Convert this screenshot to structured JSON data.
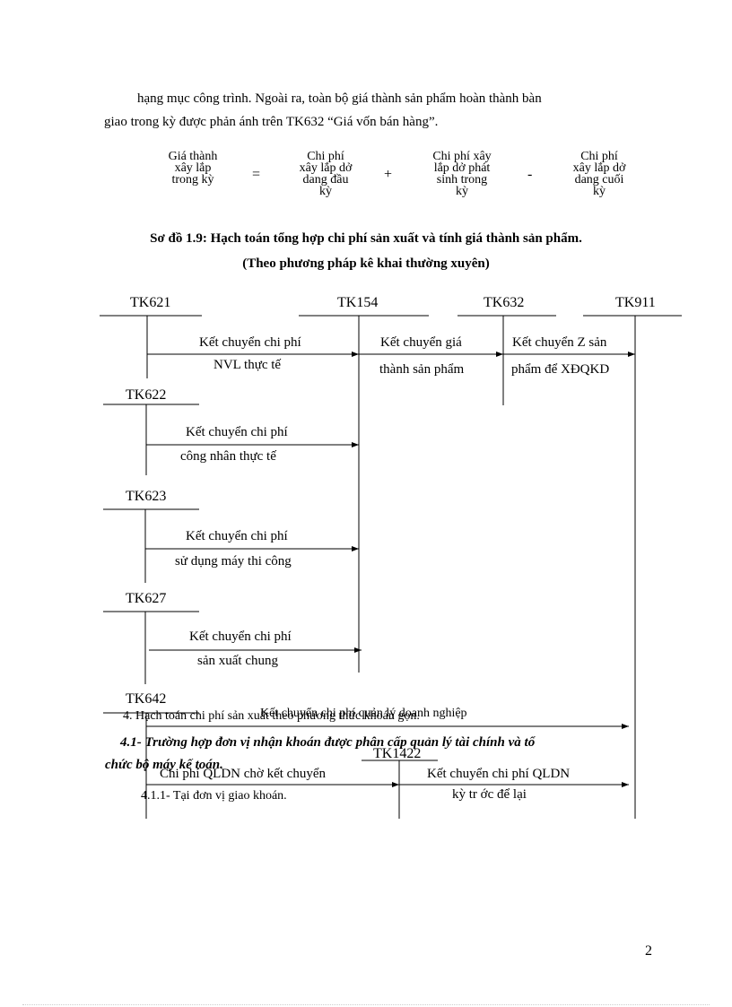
{
  "intro": {
    "line1": "hạng mục công trình. Ngoài ra, toàn bộ giá thành sản phẩm hoàn thành bàn",
    "line2": "giao trong kỳ được phản ánh trên TK632 “Giá vốn bán hàng”."
  },
  "formula": {
    "term1": [
      "Giá thành",
      "xây lắp",
      "trong kỳ"
    ],
    "op1": "=",
    "term2": [
      "Chi phí",
      "xây lắp dở",
      "dang đầu",
      "kỳ"
    ],
    "op2": "+",
    "term3": [
      "Chi phí xây",
      "lắp dở phát",
      "sinh trong",
      "kỳ"
    ],
    "op3": "-",
    "term4": [
      "Chi phí",
      "xây lắp dở",
      "dang cuối",
      "kỳ"
    ]
  },
  "diagram": {
    "title": "Sơ đồ 1.9: Hạch toán tổng hợp chi phí sản xuất và tính giá thành sản phẩm.",
    "subtitle": "(Theo phương pháp kê khai thường xuyên)",
    "accounts": {
      "tk621": "TK621",
      "tk154": "TK154",
      "tk632": "TK632",
      "tk911": "TK911",
      "tk622": "TK622",
      "tk623": "TK623",
      "tk627": "TK627",
      "tk642": "TK642",
      "tk1422": "TK1422"
    },
    "labels": {
      "f621_1": "Kết chuyển chi phí",
      "f621_2": "NVL thực tế",
      "f154_1": "Kết chuyển giá",
      "f154_2": "thành sản phẩm",
      "f632_1": "Kết chuyển Z sản",
      "f632_2": "phẩm để XĐQKD",
      "f622_1": "Kết chuyển chi phí",
      "f622_2": "công nhân  thực tế",
      "f623_1": "Kết chuyển chi phí",
      "f623_2": "sử dụng máy thi công",
      "f627_1": "Kết chuyển chi phí",
      "f627_2": "sản xuất chung",
      "f642_top": "Kết chuyển chi phí quản lý doanh nghiệp",
      "f642_wait": "Chi phí QLDN chờ kết chuyển",
      "f1422_1": "Kết chuyển chi phí QLDN",
      "f1422_2": "kỳ tr  ớc để lại"
    }
  },
  "overlap": {
    "heading4": "4. Hạch toán chi phí sản xuất theo phương thức khoán gọn.",
    "heading41a": "4.1- Trường hợp đơn vị nhận khoán được phân cấp quản lý tài chính và tổ",
    "heading41b": "chức bộ máy kế toán.",
    "heading411": "4.1.1- Tại đơn vị giao khoán."
  },
  "page_number": "2"
}
